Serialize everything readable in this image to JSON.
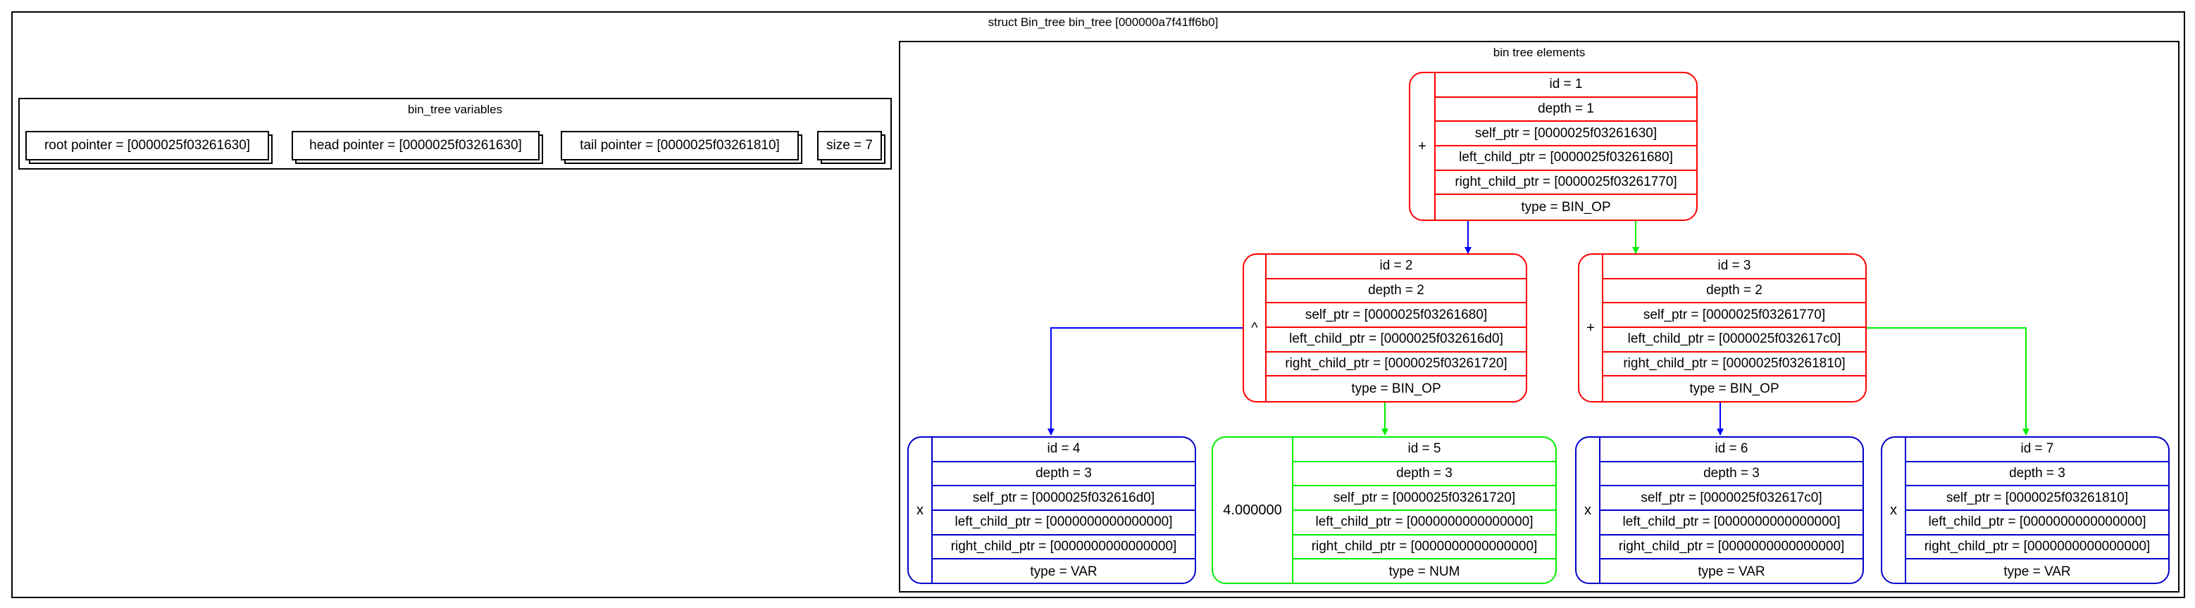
{
  "graph": {
    "title": "struct Bin_tree bin_tree [000000a7f41ff6b0]"
  },
  "variables": {
    "title": "bin_tree variables",
    "items": [
      "root pointer = [0000025f03261630]",
      "head pointer = [0000025f03261630]",
      "tail pointer = [0000025f03261810]",
      "size = 7"
    ]
  },
  "elements": {
    "title": "bin tree elements",
    "nodes": [
      {
        "value": "+",
        "fields": [
          "id = 1",
          "depth = 1",
          "self_ptr = [0000025f03261630]",
          "left_child_ptr = [0000025f03261680]",
          "right_child_ptr = [0000025f03261770]",
          "type = BIN_OP"
        ]
      },
      {
        "value": "^",
        "fields": [
          "id = 2",
          "depth = 2",
          "self_ptr = [0000025f03261680]",
          "left_child_ptr = [0000025f032616d0]",
          "right_child_ptr = [0000025f03261720]",
          "type = BIN_OP"
        ]
      },
      {
        "value": "+",
        "fields": [
          "id = 3",
          "depth = 2",
          "self_ptr = [0000025f03261770]",
          "left_child_ptr = [0000025f032617c0]",
          "right_child_ptr = [0000025f03261810]",
          "type = BIN_OP"
        ]
      },
      {
        "value": "x",
        "fields": [
          "id = 4",
          "depth = 3",
          "self_ptr = [0000025f032616d0]",
          "left_child_ptr = [0000000000000000]",
          "right_child_ptr = [0000000000000000]",
          "type = VAR"
        ]
      },
      {
        "value": "4.000000",
        "fields": [
          "id = 5",
          "depth = 3",
          "self_ptr = [0000025f03261720]",
          "left_child_ptr = [0000000000000000]",
          "right_child_ptr = [0000000000000000]",
          "type = NUM"
        ]
      },
      {
        "value": "x",
        "fields": [
          "id = 6",
          "depth = 3",
          "self_ptr = [0000025f032617c0]",
          "left_child_ptr = [0000000000000000]",
          "right_child_ptr = [0000000000000000]",
          "type = VAR"
        ]
      },
      {
        "value": "x",
        "fields": [
          "id = 7",
          "depth = 3",
          "self_ptr = [0000025f03261810]",
          "left_child_ptr = [0000000000000000]",
          "right_child_ptr = [0000000000000000]",
          "type = VAR"
        ]
      }
    ]
  },
  "colors": {
    "bin_op": "#ff0000",
    "num": "#00ee00",
    "var": "#0000cc",
    "left_edge": "#0000ff",
    "right_edge": "#00ee00"
  }
}
